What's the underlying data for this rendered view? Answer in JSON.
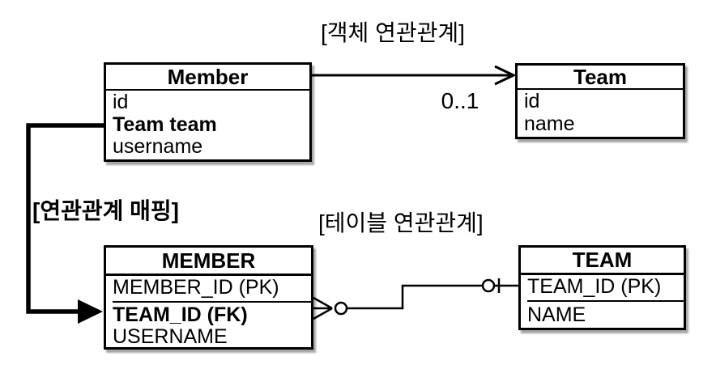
{
  "labels": {
    "object_relation": "[객체 연관관계]",
    "mapping": "[연관관계 매핑]",
    "table_relation": "[테이블 연관관계]",
    "multiplicity": "0..1"
  },
  "object_model": {
    "member": {
      "title": "Member",
      "fields": [
        "id",
        "Team team",
        "username"
      ]
    },
    "team": {
      "title": "Team",
      "fields": [
        "id",
        "name"
      ]
    }
  },
  "table_model": {
    "member": {
      "title": "MEMBER",
      "rows": [
        "MEMBER_ID (PK)",
        "TEAM_ID (FK)",
        "USERNAME"
      ]
    },
    "team": {
      "title": "TEAM",
      "rows": [
        "TEAM_ID (PK)",
        "NAME"
      ]
    }
  },
  "colors": {
    "line": "#000000",
    "background": "#ffffff"
  }
}
